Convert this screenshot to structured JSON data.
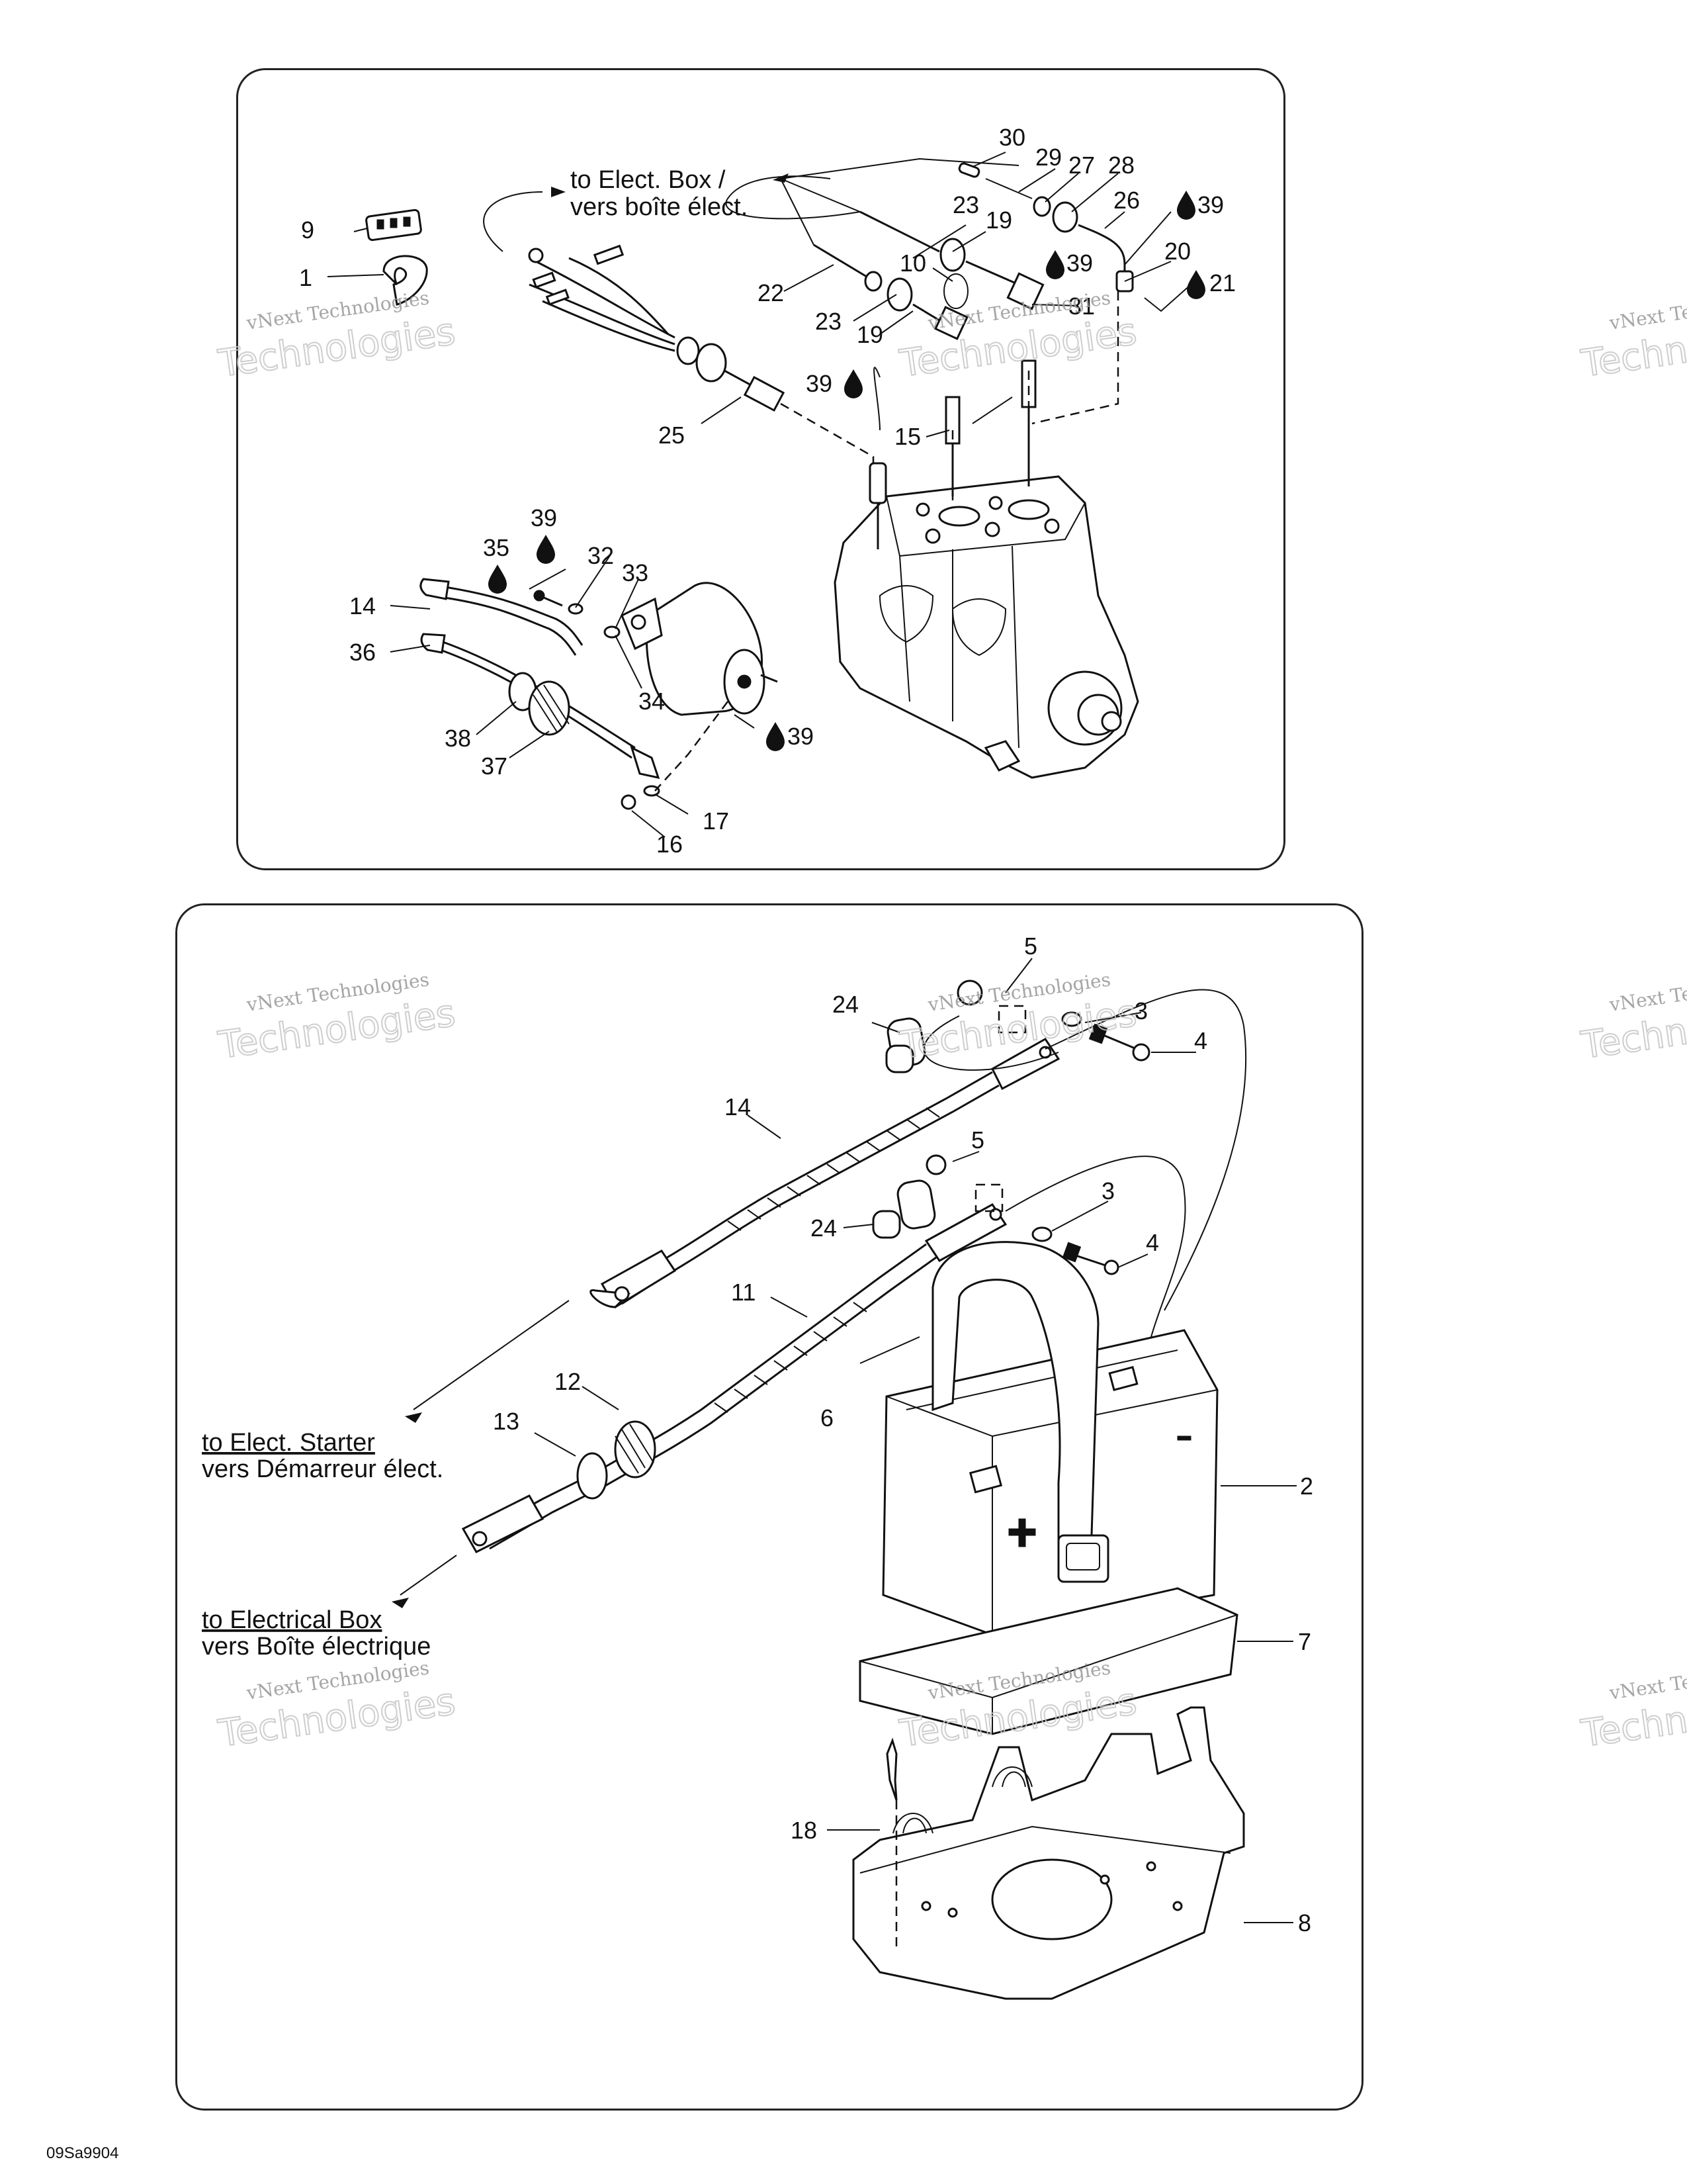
{
  "figure_id": "09Sa9904",
  "references": {
    "top_box_en": "to Elect. Box /",
    "top_box_fr": "vers boîte élect.",
    "starter_en": "to Elect. Starter",
    "starter_fr": "vers Démarreur élect.",
    "ebox_en": "to Electrical Box",
    "ebox_fr": "vers Boîte électrique"
  },
  "watermark": {
    "line1": "vNext Technologies",
    "line2": "Technologies",
    "prefix": "vNext"
  },
  "callouts_top": [
    "30",
    "29",
    "27",
    "28",
    "26",
    "39",
    "23",
    "19",
    "20",
    "21",
    "9",
    "1",
    "22",
    "10",
    "39",
    "31",
    "23",
    "19",
    "39",
    "15",
    "25",
    "39",
    "35",
    "32",
    "33",
    "14",
    "36",
    "34",
    "38",
    "37",
    "39",
    "17",
    "16"
  ],
  "callouts_bottom": [
    "5",
    "24",
    "3",
    "4",
    "14",
    "5",
    "3",
    "24",
    "4",
    "11",
    "12",
    "6",
    "2",
    "13",
    "7",
    "18",
    "8"
  ]
}
